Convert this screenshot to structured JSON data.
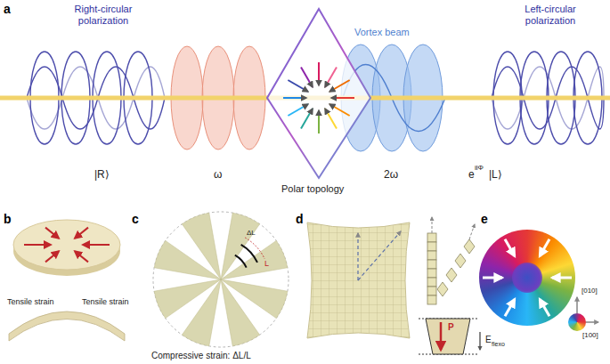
{
  "diagram": {
    "labels": [
      "a",
      "Right-circular polarization",
      "|R⟩",
      "ω",
      "Polar topology",
      "2ω",
      "Vortex beam",
      "e",
      "ilΦ",
      "|L⟩",
      "Left-circular polarization",
      "b",
      "Tensile strain",
      "Tensile strain",
      "c",
      "L",
      "ΔL",
      "Compressive strain: ΔL/L",
      "d",
      "P",
      "E",
      "flexo",
      "e",
      "[010]",
      "[100]"
    ]
  }
}
